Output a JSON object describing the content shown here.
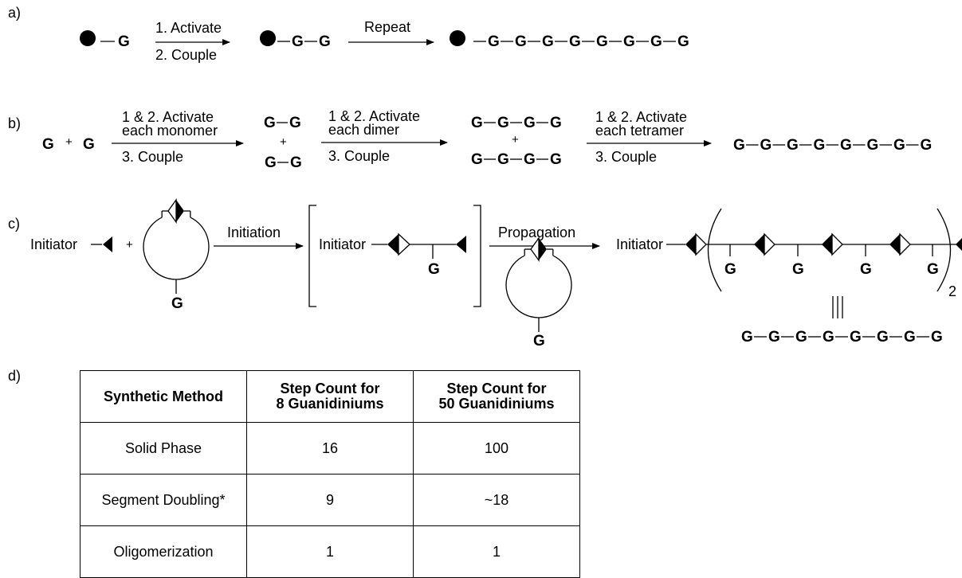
{
  "panels": {
    "a": {
      "label": "a)",
      "monomer": "G",
      "step1": "1. Activate",
      "step2": "2. Couple",
      "product1": [
        "G",
        "G"
      ],
      "repeat": "Repeat",
      "product2": [
        "G",
        "G",
        "G",
        "G",
        "G",
        "G",
        "G",
        "G"
      ]
    },
    "b": {
      "label": "b)",
      "reactant": "G",
      "plus": "+",
      "arrow1_top1": "1 & 2. Activate",
      "arrow1_top2": "each monomer",
      "arrow1_bottom": "3. Couple",
      "arrow2_top1": "1 & 2. Activate",
      "arrow2_top2": "each dimer",
      "arrow2_bottom": "3. Couple",
      "arrow3_top1": "1 & 2. Activate",
      "arrow3_top2": "each tetramer",
      "arrow3_bottom": "3. Couple",
      "dimer": [
        "G",
        "G"
      ],
      "tetramer": [
        "G",
        "G",
        "G",
        "G"
      ],
      "octamer": [
        "G",
        "G",
        "G",
        "G",
        "G",
        "G",
        "G",
        "G"
      ]
    },
    "c": {
      "label": "c)",
      "initiator": "Initiator",
      "plus": "+",
      "monomer_g": "G",
      "initiation": "Initiation",
      "propagation": "Propagation",
      "repeat_subscript": "2",
      "equivalence": "|||",
      "chain": [
        "G",
        "G",
        "G",
        "G",
        "G",
        "G",
        "G",
        "G"
      ]
    },
    "d": {
      "label": "d)"
    }
  },
  "table": {
    "headers": {
      "method": "Synthetic Method",
      "col8_line1": "Step Count for",
      "col8_line2": "8 Guanidiniums",
      "col50_line1": "Step Count for",
      "col50_line2": "50 Guanidiniums"
    },
    "rows": [
      {
        "method": "Solid Phase",
        "g8": "16",
        "g50": "100"
      },
      {
        "method": "Segment Doubling*",
        "g8": "9",
        "g50": "~18"
      },
      {
        "method": "Oligomerization",
        "g8": "1",
        "g50": "1"
      }
    ]
  }
}
